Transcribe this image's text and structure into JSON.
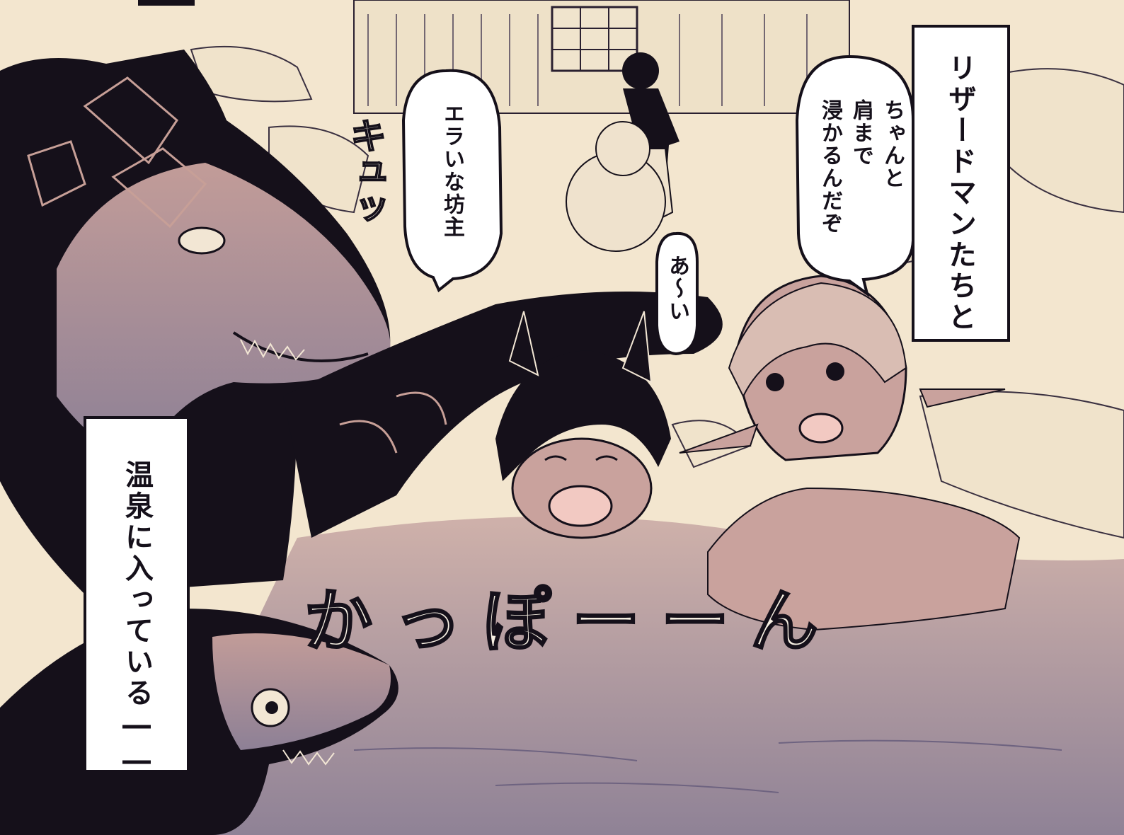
{
  "dialogue": {
    "lizard_line": "エラいな坊主",
    "woman_line": "ちゃんと\n肩まで\n浸かるんだぞ",
    "boy_reply": "あ〜い"
  },
  "narration": {
    "caption_top": "リザードマンたちと",
    "caption_bottom": "温泉に入っている――"
  },
  "sound_effects": {
    "main": "かっぽーーん",
    "small": "キュッ"
  },
  "colors": {
    "paper": "#f3e6cf",
    "ink": "#15101a",
    "water": "#c9a9a3",
    "skin": "#c39b96"
  }
}
